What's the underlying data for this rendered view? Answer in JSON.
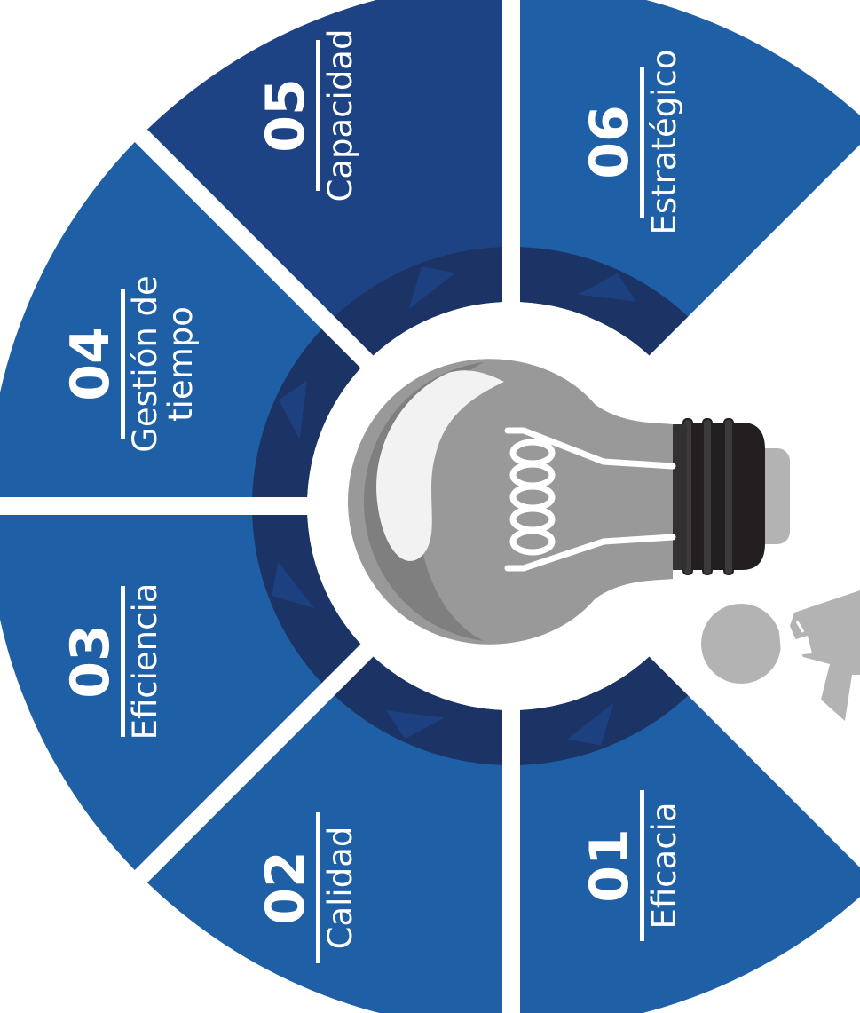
{
  "colors": {
    "segment_light": "#1e5fa5",
    "segment_dark": "#1d4385",
    "ring": "#1c3366",
    "background": "#ffffff",
    "bulb_gray": "#9a9a9a",
    "bulb_light": "#f2f2f2",
    "socket": "#231f20",
    "figure_gray": "#b3b3b3"
  },
  "icons": [
    "lightbulb-icon",
    "person-icon",
    "arrow-icon"
  ],
  "segments": [
    {
      "id": "01",
      "number": "01",
      "lines": [
        "Eficacia"
      ]
    },
    {
      "id": "02",
      "number": "02",
      "lines": [
        "Calidad"
      ]
    },
    {
      "id": "03",
      "number": "03",
      "lines": [
        "Eficiencia"
      ]
    },
    {
      "id": "04",
      "number": "04",
      "lines": [
        "Gestión de",
        "tiempo"
      ]
    },
    {
      "id": "05",
      "number": "05",
      "lines": [
        "Capacidad"
      ]
    },
    {
      "id": "06",
      "number": "06",
      "lines": [
        "Estratégico"
      ]
    }
  ]
}
